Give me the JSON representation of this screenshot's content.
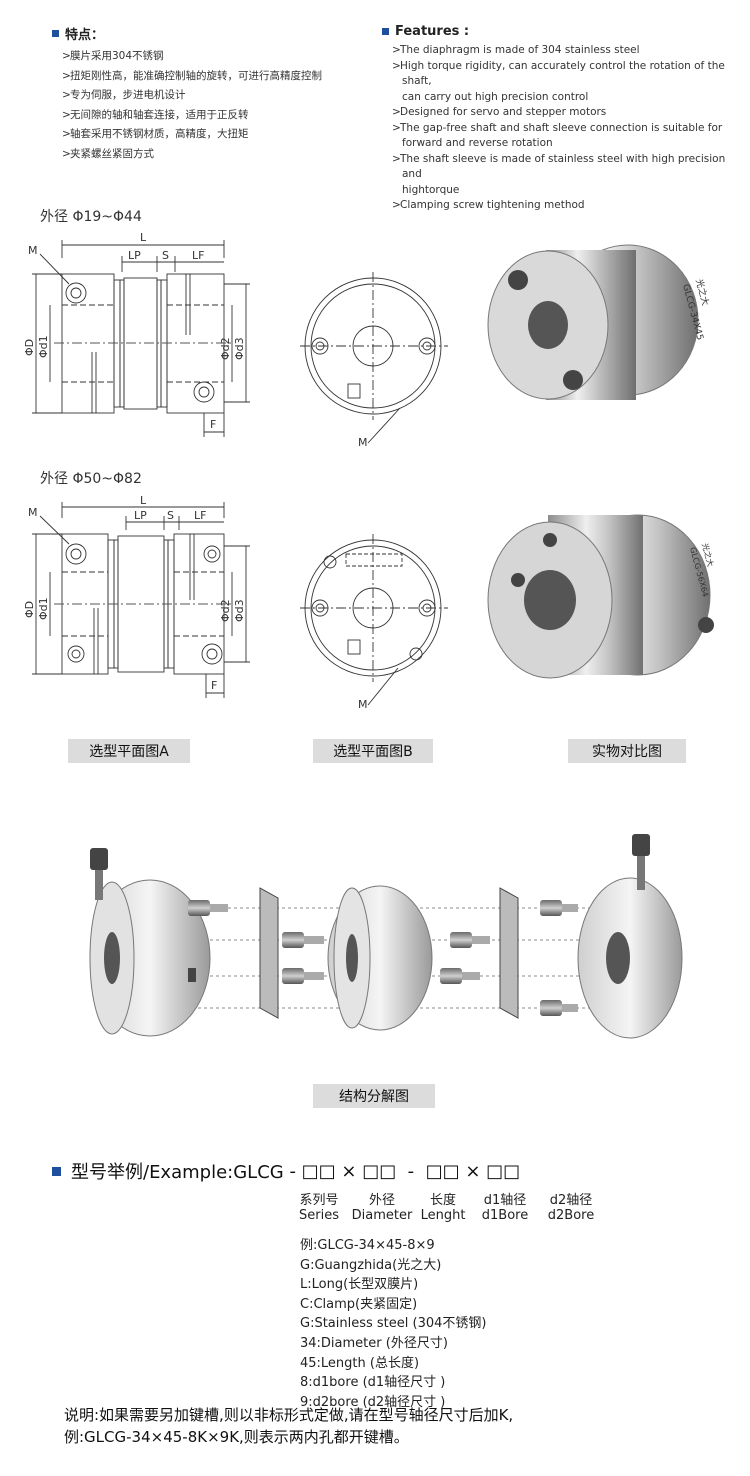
{
  "features_cn": {
    "title": "特点：",
    "items": [
      "膜片采用304不锈钢",
      "扭矩刚性高，能准确控制轴的旋转，可进行高精度控制",
      "专为伺服，步进电机设计",
      "无间隙的轴和轴套连接，适用于正反转",
      "轴套采用不锈钢材质，高精度，大扭矩",
      "夹紧螺丝紧固方式"
    ]
  },
  "features_en": {
    "title": "Features :",
    "items": [
      [
        "The diaphragm is made of 304 stainless steel"
      ],
      [
        "High torque rigidity, can accurately control the rotation of the shaft,",
        "can carry out high precision control"
      ],
      [
        "Designed for servo and stepper motors"
      ],
      [
        "The gap-free shaft and shaft sleeve connection is suitable for",
        "forward and reverse rotation"
      ],
      [
        "The shaft sleeve is made of stainless steel with high precision and",
        "hightorque"
      ],
      [
        "Clamping screw tightening method"
      ]
    ]
  },
  "bullet_marker": ">",
  "range_small": "外径 Φ19~Φ44",
  "range_large": "外径 Φ50~Φ82",
  "dim_labels": {
    "L": "L",
    "LP": "LP",
    "S": "S",
    "LF": "LF",
    "M": "M",
    "F": "F",
    "D": "ΦD",
    "d1": "Φd1",
    "d2": "Φd2",
    "d3": "Φd3"
  },
  "product_engraving": {
    "brand": "光之大",
    "model_small": "GLCG-34X45",
    "model_large": "GLCG-56X64"
  },
  "captions": {
    "plan_a": "选型平面图A",
    "plan_b": "选型平面图B",
    "photo": "实物对比图",
    "exploded": "结构分解图"
  },
  "model": {
    "title": "型号举例/Example:GLCG",
    "code_boxes": [
      " - ",
      "□□",
      " × ",
      "□□",
      "  -  ",
      "□□",
      " × ",
      "□□"
    ],
    "columns_cn": [
      "系列号",
      "外径",
      "长度",
      "d1轴径",
      "d2轴径"
    ],
    "columns_en": [
      "Series",
      "Diameter",
      "Lenght",
      "d1Bore",
      "d2Bore"
    ],
    "codes": [
      "例:GLCG-34×45-8×9",
      "G:Guangzhida(光之大)",
      "L:Long(长型双膜片)",
      "C:Clamp(夹紧固定)",
      "G:Stainless steel (304不锈钢)",
      "34:Diameter (外径尺寸)",
      "45:Length (总长度)",
      "8:d1bore (d1轴径尺寸 )",
      "9:d2bore (d2轴径尺寸 )"
    ],
    "note_lines": [
      "说明:如果需要另加键槽,则以非标形式定做,请在型号轴径尺寸后加K,",
      "例:GLCG-34×45-8K×9K,则表示两内孔都开键槽。"
    ]
  },
  "colors": {
    "accent": "#1e4f9e",
    "caption_bg": "#dcdcdc"
  }
}
